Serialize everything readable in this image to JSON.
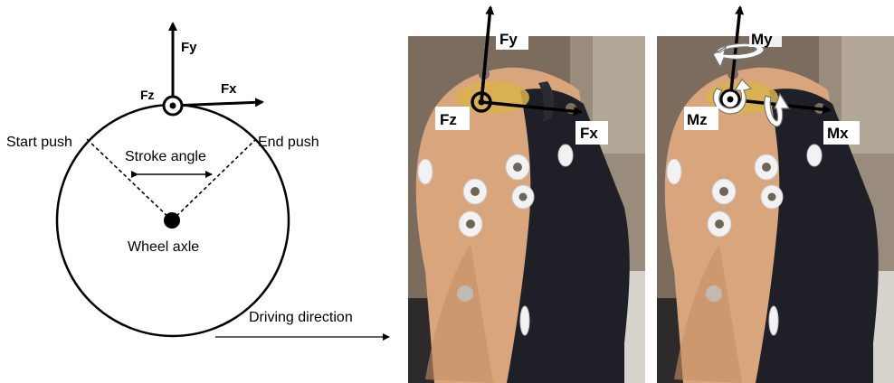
{
  "wheel_diagram": {
    "force_y": "Fy",
    "force_z": "Fz",
    "force_x": "Fx",
    "start_push": "Start push",
    "end_push": "End push",
    "stroke_angle": "Stroke angle",
    "wheel_axle": "Wheel axle",
    "driving_direction": "Driving direction"
  },
  "photo_forces": {
    "fy": "Fy",
    "fz": "Fz",
    "fx": "Fx"
  },
  "photo_moments": {
    "my": "My",
    "mz": "Mz",
    "mx": "Mx"
  },
  "colors": {
    "skin": "#d8a47c",
    "shirt": "#1f2027",
    "background_wall": "#8a7b6c",
    "electrode": "#f2f2f2"
  }
}
